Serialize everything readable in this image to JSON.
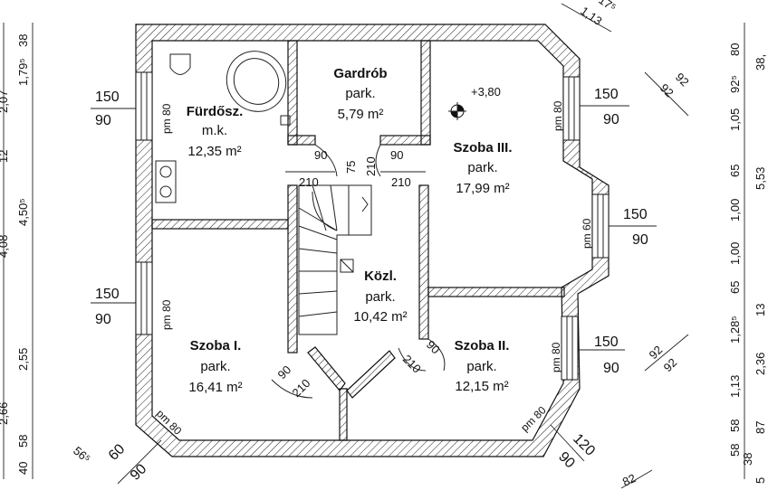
{
  "rooms": {
    "furdo": {
      "name": "Fürdősz.",
      "floor": "m.k.",
      "area": "12,35 m²"
    },
    "gardrob": {
      "name": "Gardrób",
      "floor": "park.",
      "area": "5,79 m²"
    },
    "szoba3": {
      "name": "Szoba III.",
      "floor": "park.",
      "area": "17,99 m²"
    },
    "kozl": {
      "name": "Közl.",
      "floor": "park.",
      "area": "10,42 m²"
    },
    "szoba1": {
      "name": "Szoba I.",
      "floor": "park.",
      "area": "16,41 m²"
    },
    "szoba2": {
      "name": "Szoba II.",
      "floor": "park.",
      "area": "12,15 m²"
    }
  },
  "level": "+3,80",
  "windows": {
    "w1": {
      "top": "150",
      "bottom": "90",
      "pm": "pm 80"
    },
    "w2": {
      "top": "150",
      "bottom": "90",
      "pm": "pm 80"
    },
    "w3": {
      "top": "150",
      "bottom": "90",
      "pm": "pm 80"
    },
    "w4": {
      "top": "150",
      "bottom": "90",
      "pm": "pm 60"
    },
    "w5": {
      "top": "150",
      "bottom": "90",
      "pm": "pm 80"
    },
    "w6": {
      "top": "60",
      "bottom": "90",
      "pm": "pm 80"
    },
    "w7": {
      "top": "120",
      "bottom": "90",
      "pm": "pm 80"
    }
  },
  "doors": {
    "d1": "90",
    "d1b": "210",
    "d2": "75",
    "d2b": "210",
    "d3": "90",
    "d3b": "210",
    "d4": "90",
    "d4b": "210",
    "d5": "90",
    "d5b": "210"
  },
  "left_dims": [
    "40",
    "58",
    "2,66",
    "2,55",
    "4,08",
    "4,50⁵",
    "12",
    "2,07",
    "1,79⁵",
    "38"
  ],
  "right_dims": [
    "5,53",
    "80",
    "38,",
    "92⁵",
    "1,05",
    "65",
    "1,00",
    "1,00",
    "65",
    "1,28⁵",
    "13",
    "1,13",
    "2,36",
    "58",
    "58",
    "87",
    "38",
    "5"
  ],
  "diag_dims": [
    "92",
    "92",
    "92",
    "92",
    "1,13",
    "17⁵",
    "56⁵",
    "82"
  ]
}
